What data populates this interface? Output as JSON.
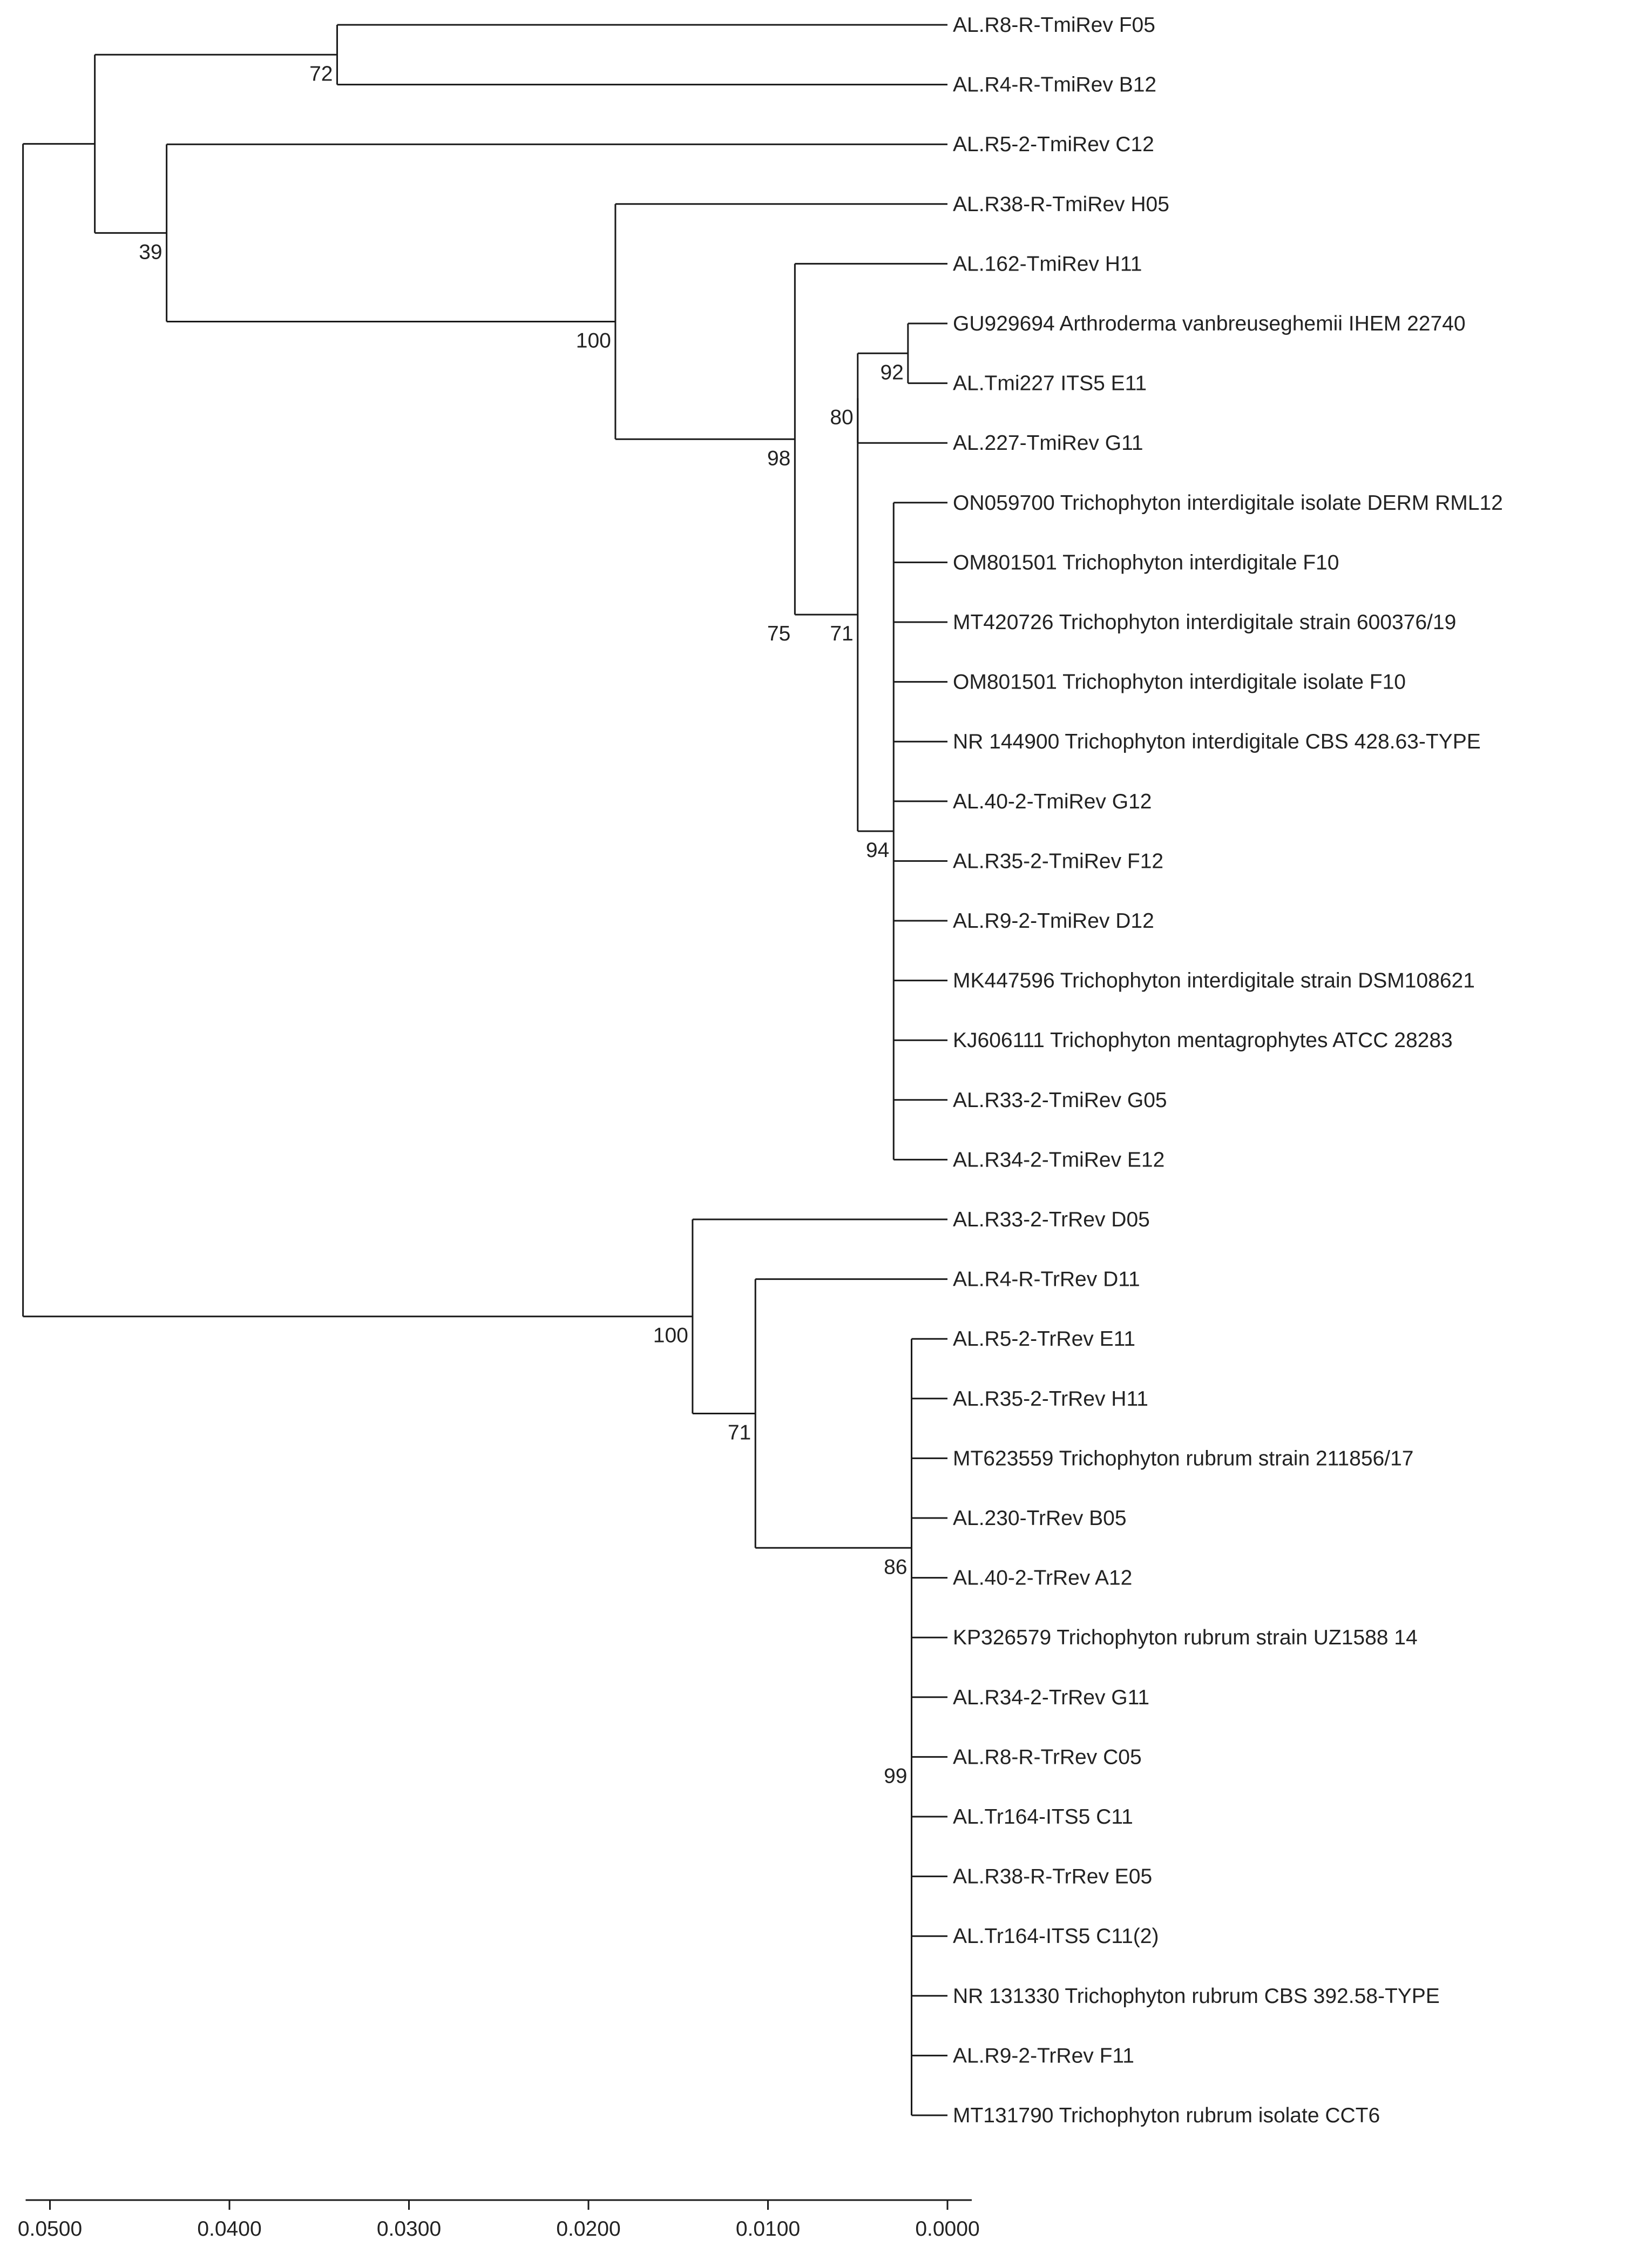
{
  "tree": {
    "leaves": [
      "AL.R8-R-TmiRev F05",
      "AL.R4-R-TmiRev B12",
      "AL.R5-2-TmiRev C12",
      "AL.R38-R-TmiRev H05",
      "AL.162-TmiRev H11",
      "GU929694 Arthroderma vanbreuseghemii IHEM 22740",
      "AL.Tmi227 ITS5 E11",
      "AL.227-TmiRev G11",
      "ON059700 Trichophyton interdigitale isolate DERM RML12",
      "OM801501 Trichophyton interdigitale F10",
      "MT420726 Trichophyton interdigitale strain 600376/19",
      "OM801501 Trichophyton interdigitale isolate F10",
      "NR 144900 Trichophyton interdigitale CBS 428.63-TYPE",
      "AL.40-2-TmiRev G12",
      "AL.R35-2-TmiRev F12",
      "AL.R9-2-TmiRev D12",
      "MK447596 Trichophyton interdigitale strain DSM108621",
      "KJ606111 Trichophyton mentagrophytes ATCC 28283",
      "AL.R33-2-TmiRev G05",
      "AL.R34-2-TmiRev E12",
      "AL.R33-2-TrRev D05",
      "AL.R4-R-TrRev D11",
      "AL.R5-2-TrRev E11",
      "AL.R35-2-TrRev H11",
      "MT623559 Trichophyton rubrum strain 211856/17",
      "AL.230-TrRev B05",
      "AL.40-2-TrRev A12",
      "KP326579 Trichophyton rubrum strain UZ1588 14",
      "AL.R34-2-TrRev G11",
      "AL.R8-R-TrRev C05",
      "AL.Tr164-ITS5 C11",
      "AL.R38-R-TrRev E05",
      "AL.Tr164-ITS5 C11(2)",
      "NR 131330 Trichophyton rubrum CBS 392.58-TYPE",
      "AL.R9-2-TrRev F11",
      "MT131790 Trichophyton rubrum isolate CCT6"
    ],
    "nodes": [
      {
        "id": "n72",
        "height": 0.034,
        "children": [
          0,
          1
        ],
        "support": "72"
      },
      {
        "id": "n92",
        "height": 0.0022,
        "children": [
          5,
          6
        ],
        "support": "92"
      },
      {
        "id": "n80",
        "height": 0.005,
        "children": [
          "n92",
          7
        ],
        "support": "80"
      },
      {
        "id": "n94",
        "height": 0.003,
        "children": [
          8,
          9,
          10,
          11,
          12,
          13,
          14,
          15,
          16,
          17,
          18,
          19
        ],
        "support": "94"
      },
      {
        "id": "n71a",
        "height": 0.005,
        "children": [
          "n80",
          "n94"
        ],
        "support": "71"
      },
      {
        "id": "n75",
        "height": 0.0085,
        "children": [
          "n71a"
        ],
        "support": "75"
      },
      {
        "id": "n98",
        "height": 0.0085,
        "children": [
          4,
          "n75"
        ],
        "support": "98"
      },
      {
        "id": "n100a",
        "height": 0.0185,
        "children": [
          3,
          "n98"
        ],
        "support": "100"
      },
      {
        "id": "n39",
        "height": 0.0435,
        "children": [
          2,
          "n100a"
        ],
        "support": "39"
      },
      {
        "id": "nA",
        "height": 0.0475,
        "children": [
          "n72",
          "n39"
        ],
        "support": ""
      },
      {
        "id": "n99",
        "height": 0.002,
        "children": [
          23,
          24,
          25,
          26,
          27,
          28,
          29,
          30,
          31,
          32,
          33,
          34,
          35
        ],
        "support": "99"
      },
      {
        "id": "n86",
        "height": 0.002,
        "children": [
          22,
          "n99"
        ],
        "support": "86"
      },
      {
        "id": "n71b",
        "height": 0.0107,
        "children": [
          21,
          "n86"
        ],
        "support": "71"
      },
      {
        "id": "n100b",
        "height": 0.0142,
        "children": [
          20,
          "n71b"
        ],
        "support": "100"
      },
      {
        "id": "root",
        "height": 0.0515,
        "children": [
          "nA",
          "n100b"
        ],
        "support": ""
      }
    ]
  },
  "axis": {
    "ticks": [
      {
        "value": 0.05,
        "label": "0.0500"
      },
      {
        "value": 0.04,
        "label": "0.0400"
      },
      {
        "value": 0.03,
        "label": "0.0300"
      },
      {
        "value": 0.02,
        "label": "0.0200"
      },
      {
        "value": 0.01,
        "label": "0.0100"
      },
      {
        "value": 0.0,
        "label": "0.0000"
      }
    ]
  }
}
